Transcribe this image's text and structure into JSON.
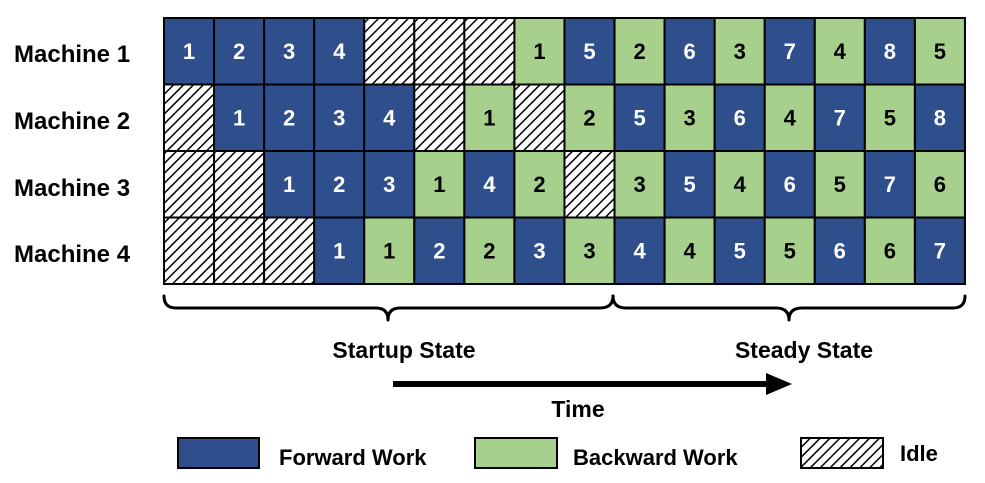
{
  "colors": {
    "forward": "#2e4e8c",
    "backward": "#a6d08c",
    "idle_fill": "#ffffff",
    "forward_text": "#ffffff",
    "backward_text": "#000000",
    "grid_line": "#000000"
  },
  "rows": [
    {
      "label": "Machine 1",
      "cells": [
        {
          "type": "F",
          "num": "1"
        },
        {
          "type": "F",
          "num": "2"
        },
        {
          "type": "F",
          "num": "3"
        },
        {
          "type": "F",
          "num": "4"
        },
        {
          "type": "I",
          "num": ""
        },
        {
          "type": "I",
          "num": ""
        },
        {
          "type": "I",
          "num": ""
        },
        {
          "type": "B",
          "num": "1"
        },
        {
          "type": "F",
          "num": "5"
        },
        {
          "type": "B",
          "num": "2"
        },
        {
          "type": "F",
          "num": "6"
        },
        {
          "type": "B",
          "num": "3"
        },
        {
          "type": "F",
          "num": "7"
        },
        {
          "type": "B",
          "num": "4"
        },
        {
          "type": "F",
          "num": "8"
        },
        {
          "type": "B",
          "num": "5"
        }
      ]
    },
    {
      "label": "Machine 2",
      "cells": [
        {
          "type": "I",
          "num": ""
        },
        {
          "type": "F",
          "num": "1"
        },
        {
          "type": "F",
          "num": "2"
        },
        {
          "type": "F",
          "num": "3"
        },
        {
          "type": "F",
          "num": "4"
        },
        {
          "type": "I",
          "num": ""
        },
        {
          "type": "B",
          "num": "1"
        },
        {
          "type": "I",
          "num": ""
        },
        {
          "type": "B",
          "num": "2"
        },
        {
          "type": "F",
          "num": "5"
        },
        {
          "type": "B",
          "num": "3"
        },
        {
          "type": "F",
          "num": "6"
        },
        {
          "type": "B",
          "num": "4"
        },
        {
          "type": "F",
          "num": "7"
        },
        {
          "type": "B",
          "num": "5"
        },
        {
          "type": "F",
          "num": "8"
        }
      ]
    },
    {
      "label": "Machine 3",
      "cells": [
        {
          "type": "I",
          "num": ""
        },
        {
          "type": "I",
          "num": ""
        },
        {
          "type": "F",
          "num": "1"
        },
        {
          "type": "F",
          "num": "2"
        },
        {
          "type": "F",
          "num": "3"
        },
        {
          "type": "B",
          "num": "1"
        },
        {
          "type": "F",
          "num": "4"
        },
        {
          "type": "B",
          "num": "2"
        },
        {
          "type": "I",
          "num": ""
        },
        {
          "type": "B",
          "num": "3"
        },
        {
          "type": "F",
          "num": "5"
        },
        {
          "type": "B",
          "num": "4"
        },
        {
          "type": "F",
          "num": "6"
        },
        {
          "type": "B",
          "num": "5"
        },
        {
          "type": "F",
          "num": "7"
        },
        {
          "type": "B",
          "num": "6"
        }
      ]
    },
    {
      "label": "Machine 4",
      "cells": [
        {
          "type": "I",
          "num": ""
        },
        {
          "type": "I",
          "num": ""
        },
        {
          "type": "I",
          "num": ""
        },
        {
          "type": "F",
          "num": "1"
        },
        {
          "type": "B",
          "num": "1"
        },
        {
          "type": "F",
          "num": "2"
        },
        {
          "type": "B",
          "num": "2"
        },
        {
          "type": "F",
          "num": "3"
        },
        {
          "type": "B",
          "num": "3"
        },
        {
          "type": "F",
          "num": "4"
        },
        {
          "type": "B",
          "num": "4"
        },
        {
          "type": "F",
          "num": "5"
        },
        {
          "type": "B",
          "num": "5"
        },
        {
          "type": "F",
          "num": "6"
        },
        {
          "type": "B",
          "num": "6"
        },
        {
          "type": "F",
          "num": "7"
        }
      ]
    }
  ],
  "states": {
    "startup": "Startup State",
    "steady": "Steady State"
  },
  "time_label": "Time",
  "legend": {
    "forward": "Forward Work",
    "backward": "Backward Work",
    "idle": "Idle"
  }
}
